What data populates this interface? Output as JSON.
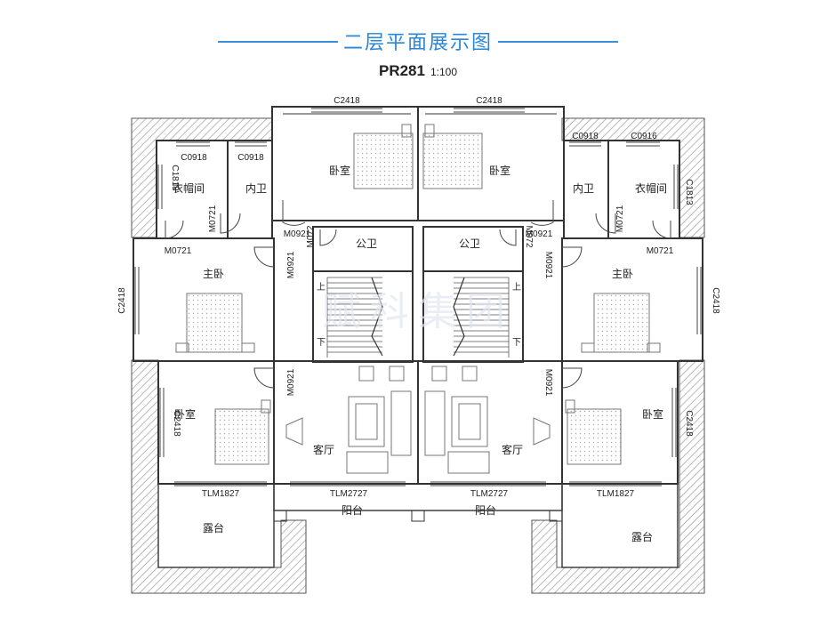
{
  "title": "二层平面展示图",
  "plan_code": "PR281",
  "scale": "1:100",
  "colors": {
    "accent": "#2a86d6",
    "wall": "#333333",
    "hatch": "#888888"
  },
  "watermark": "赋科集团",
  "rooms": {
    "bedroom": "卧室",
    "master_bedroom": "主卧",
    "closet": "衣帽间",
    "inner_bath": "内卫",
    "public_bath": "公卫",
    "living_room": "客厅",
    "balcony": "阳台",
    "terrace": "露台",
    "stair_up": "上",
    "stair_down": "下"
  },
  "codes": {
    "c2418": "C2418",
    "c0918": "C0918",
    "c0916": "C0916",
    "c1818": "C1818",
    "c1813": "C1813",
    "m0721": "M0721",
    "m0921": "M0921",
    "m072": "M072",
    "tlm1827": "TLM1827",
    "tlm2727": "TLM2727"
  }
}
